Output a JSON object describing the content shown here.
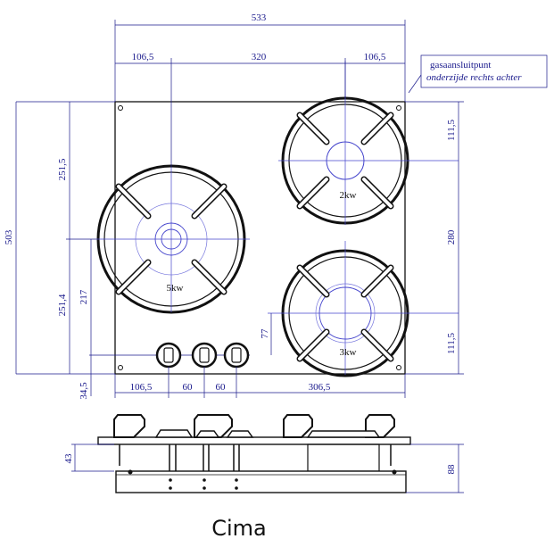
{
  "caption": "Cima",
  "gas_note": {
    "line1": "gasaansluitpunt",
    "line2": "onderzijde rechts achter"
  },
  "burners": [
    {
      "name": "burner-rear-right",
      "power": "2kw"
    },
    {
      "name": "burner-left",
      "power": "5kw"
    },
    {
      "name": "burner-front-right",
      "power": "3kw"
    }
  ],
  "dimensions": {
    "total_width": "533",
    "left_to_burner": "106,5",
    "burner_span": "320",
    "right_to_burner": "106,5",
    "total_depth": "503",
    "left_upper": "251,5",
    "left_lower": "251,4",
    "knob_height": "217",
    "front_margin": "34,5",
    "right_top": "111,5",
    "right_mid": "280",
    "right_bottom": "111,5",
    "burner_offset": "77",
    "knob_left": "106,5",
    "knob_gap_1": "60",
    "knob_gap_2": "60",
    "knob_right": "306,5",
    "side_43": "43",
    "side_88": "88"
  }
}
